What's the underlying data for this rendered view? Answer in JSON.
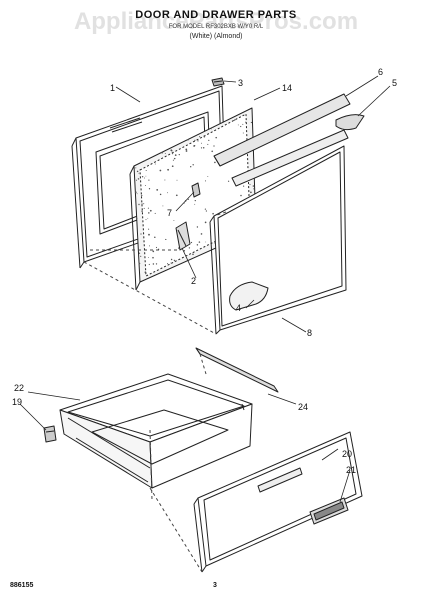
{
  "header": {
    "title": "DOOR AND DRAWER PARTS",
    "subtitle_line1": "FOR MODEL RF302BXB W/Y0 R/L",
    "subtitle_line2": "(White)   (Almond)"
  },
  "watermark": "AppliancePartsPros.com",
  "footer": {
    "doc_number": "886155",
    "page_number": "3"
  },
  "callouts": [
    "1",
    "3",
    "14",
    "6",
    "5",
    "7",
    "2",
    "4",
    "8",
    "22",
    "19",
    "24",
    "20",
    "21"
  ]
}
